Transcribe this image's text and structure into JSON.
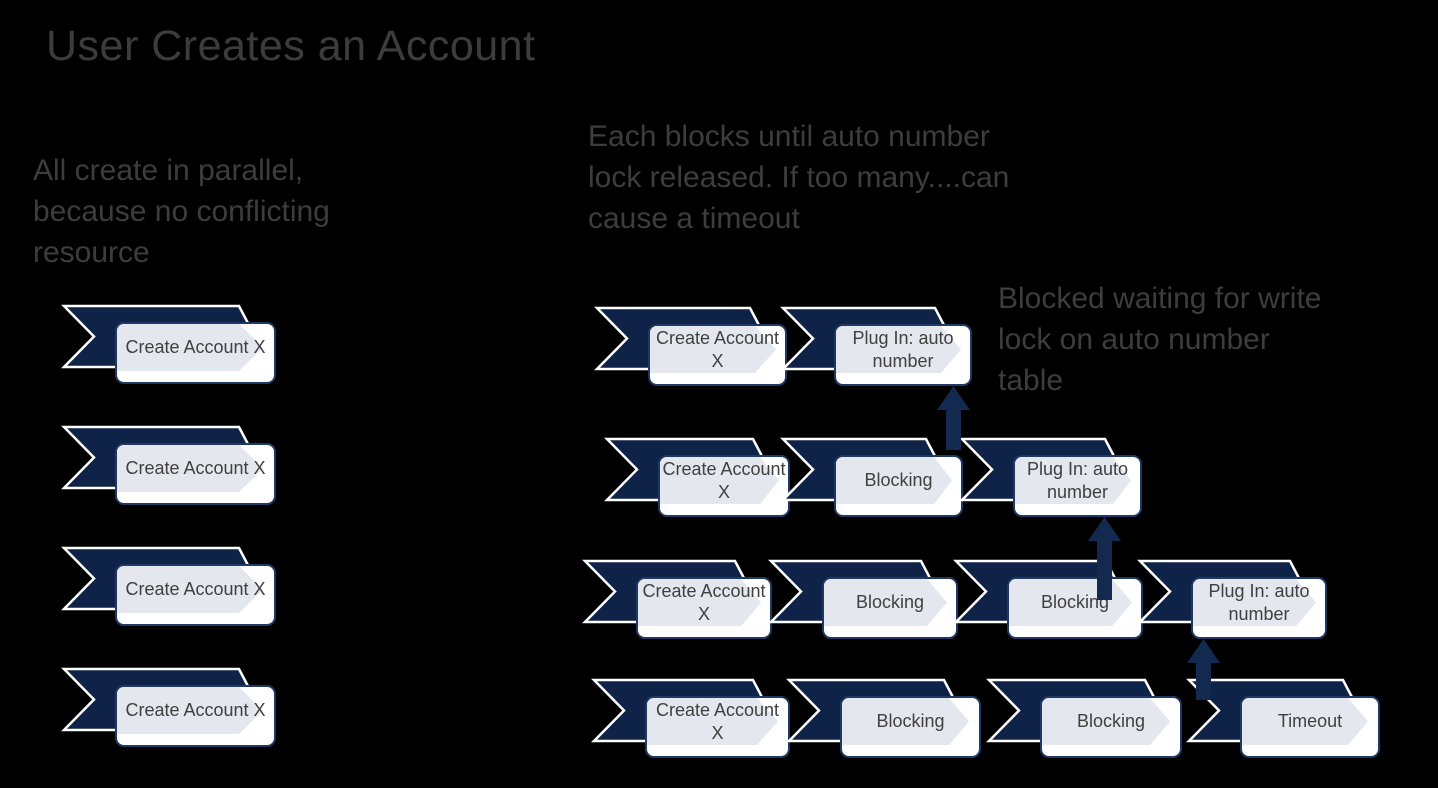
{
  "slide": {
    "title": "User Creates an Account",
    "background": "#000000"
  },
  "annotations": {
    "parallel_note": "All create in parallel,\nbecause no conflicting\nresource",
    "blocking_note": "Each blocks until auto number\nlock released. If too many....can\ncause a timeout",
    "write_lock_note": "Blocked waiting for write\nlock on auto number\ntable"
  },
  "colors": {
    "background": "#000000",
    "chevron_navy": "#0e2347",
    "chevron_outline": "#ffffff",
    "box_border": "#1f3864",
    "box_fill": "#ffffff",
    "box_inner_chevron": "#e4e7ee",
    "arrow_navy": "#13294f",
    "label_text": "#404040",
    "note_text": "#3d3d3d",
    "title_text": "#3c3c3c"
  },
  "left_column": {
    "items": [
      {
        "label": "Create Account X"
      },
      {
        "label": "Create Account X"
      },
      {
        "label": "Create Account X"
      },
      {
        "label": "Create Account X"
      }
    ]
  },
  "right_rows": [
    {
      "steps": [
        {
          "label": "Create Account X"
        },
        {
          "label": "Plug In: auto number"
        }
      ]
    },
    {
      "steps": [
        {
          "label": "Create Account X"
        },
        {
          "label": "Blocking"
        },
        {
          "label": "Plug In: auto number"
        }
      ]
    },
    {
      "steps": [
        {
          "label": "Create Account X"
        },
        {
          "label": "Blocking"
        },
        {
          "label": "Blocking"
        },
        {
          "label": "Plug In: auto number"
        }
      ]
    },
    {
      "steps": [
        {
          "label": "Create Account X"
        },
        {
          "label": "Blocking"
        },
        {
          "label": "Blocking"
        },
        {
          "label": "Timeout"
        }
      ]
    }
  ],
  "arrows": [
    {
      "meaning": "blocked waiting for auto number lock",
      "direction": "up",
      "from_row": 2,
      "to_row": 1
    },
    {
      "meaning": "blocked waiting for auto number lock",
      "direction": "up",
      "from_row": 3,
      "to_row": 2
    },
    {
      "meaning": "blocked waiting for auto number lock",
      "direction": "up",
      "from_row": 4,
      "to_row": 3
    }
  ]
}
